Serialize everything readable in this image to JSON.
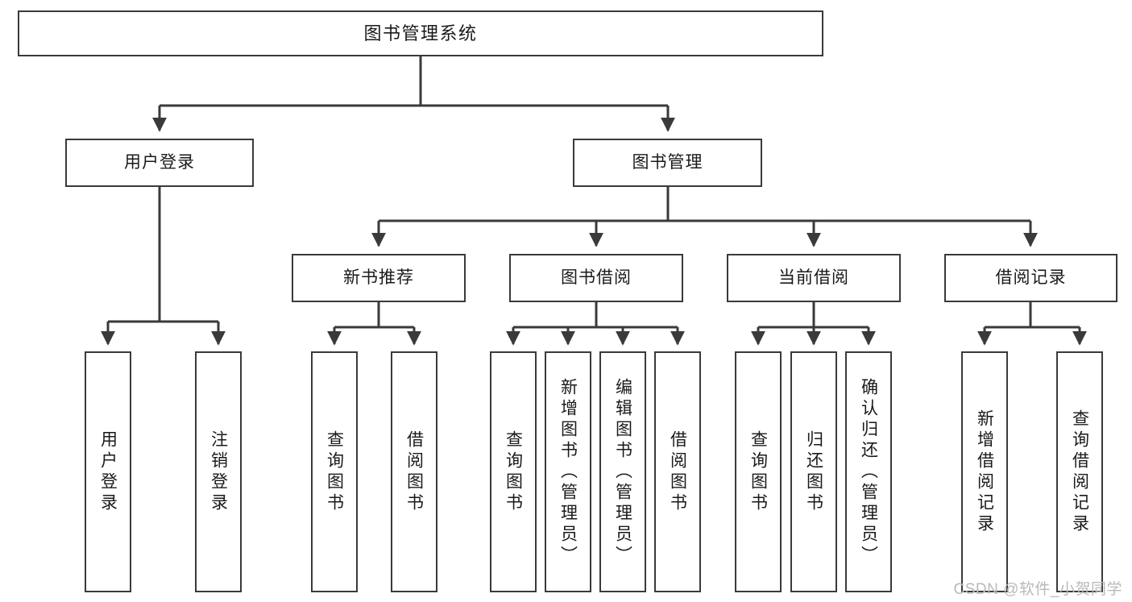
{
  "diagram": {
    "title": "图书管理系统",
    "type": "function-structure-tree",
    "watermark": "CSDN @软件_小贺同学",
    "colors": {
      "box_border": "#3a3a3a",
      "box_fill": "#ffffff",
      "connector": "#3a3a3a",
      "text": "#1a1a1a",
      "watermark": "#b9b9b9"
    }
  },
  "nodes": {
    "root": {
      "label": "图书管理系统"
    },
    "level2": [
      {
        "label": "用户登录"
      },
      {
        "label": "图书管理"
      }
    ],
    "level3": [
      {
        "label": "新书推荐"
      },
      {
        "label": "图书借阅"
      },
      {
        "label": "当前借阅"
      },
      {
        "label": "借阅记录"
      }
    ],
    "leaves": {
      "user_login": [
        {
          "label": "用户登录"
        },
        {
          "label": "注销登录"
        }
      ],
      "new_book_recommend": [
        {
          "label": "查询图书"
        },
        {
          "label": "借阅图书"
        }
      ],
      "book_borrow": [
        {
          "label": "查询图书"
        },
        {
          "label": "新增图书（管理员）"
        },
        {
          "label": "编辑图书（管理员）"
        },
        {
          "label": "借阅图书"
        }
      ],
      "current_borrow": [
        {
          "label": "查询图书"
        },
        {
          "label": "归还图书"
        },
        {
          "label": "确认归还（管理员）"
        }
      ],
      "borrow_record": [
        {
          "label": "新增借阅记录"
        },
        {
          "label": "查询借阅记录"
        }
      ]
    }
  }
}
